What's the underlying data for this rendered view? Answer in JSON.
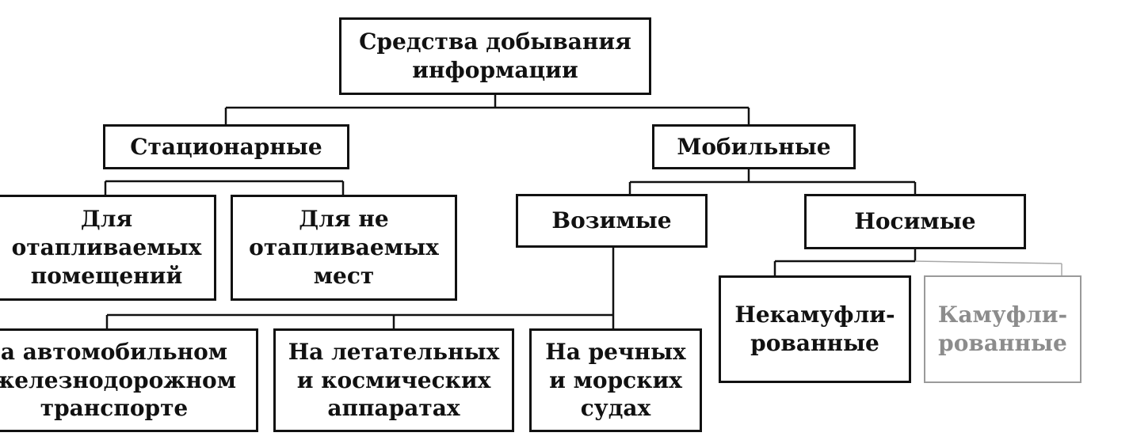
{
  "nodes": {
    "root": "Средства добывания\nинформации",
    "stationary": "Стационарные",
    "mobile": "Мобильные",
    "heated": "Для\nотапливаемых\nпомещений",
    "unheated": "Для не\nотапливаемых\nмест",
    "vehicular": "Возимые",
    "portable": "Носимые",
    "unmasked": "Некамуфли-\nрованные",
    "masked": "Камуфли-\nрованные",
    "ground": "а автомобильном\nжелезнодорожном\nтранспорте",
    "air": "На летательных\nи космических\nаппаратах",
    "water": "На речных\nи морских\nсудах"
  }
}
